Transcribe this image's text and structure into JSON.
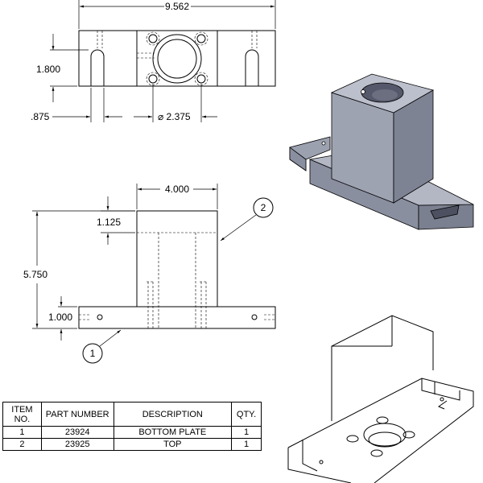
{
  "dimensions": {
    "overall_width": "9.562",
    "slot_height": "1.800",
    "slot_width": ".875",
    "bore_diameter": "⌀ 2.375",
    "top_width": "4.000",
    "counterbore_depth": "1.125",
    "overall_height": "5.750",
    "plate_thickness": "1.000"
  },
  "balloons": {
    "item1": "1",
    "item2": "2"
  },
  "bom": {
    "headers": {
      "item_line1": "ITEM",
      "item_line2": "NO.",
      "part": "PART NUMBER",
      "desc": "DESCRIPTION",
      "qty": "QTY."
    },
    "rows": [
      {
        "item": "1",
        "part": "23924",
        "desc": "BOTTOM PLATE",
        "qty": "1"
      },
      {
        "item": "2",
        "part": "23925",
        "desc": "TOP",
        "qty": "1"
      }
    ]
  },
  "colors": {
    "shade_front": "#9a9fae",
    "shade_side": "#7b8090",
    "shade_top": "#b8bcc8",
    "line": "#000000"
  }
}
